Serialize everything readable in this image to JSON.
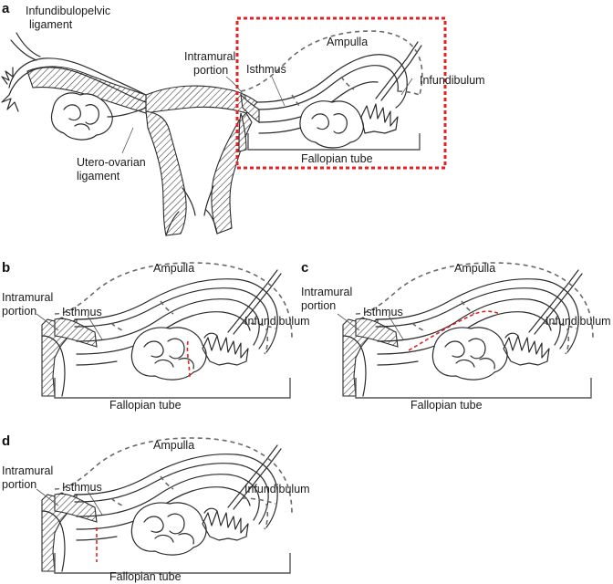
{
  "panels": {
    "a": {
      "letter": "a",
      "labels": {
        "infundibulopelvic": [
          "Infundibulopelvic",
          "ligament"
        ],
        "ampulla": "Ampulla",
        "intramural": [
          "Intramural",
          "portion"
        ],
        "isthmus": "Isthmus",
        "infundibulum": "Infundibulum",
        "utero_ovarian": [
          "Utero-ovarian",
          "ligament"
        ],
        "fallopian_tube": "Fallopian tube"
      }
    },
    "b": {
      "letter": "b",
      "labels": {
        "ampulla": "Ampulla",
        "intramural": [
          "Intramural",
          "portion"
        ],
        "isthmus": "Isthmus",
        "infundibulum": "Infundibulum",
        "fallopian_tube": "Fallopian tube"
      }
    },
    "c": {
      "letter": "c",
      "labels": {
        "ampulla": "Ampulla",
        "intramural": [
          "Intramural",
          "portion"
        ],
        "isthmus": "Isthmus",
        "infundibulum": "Infundibulum",
        "fallopian_tube": "Fallopian tube"
      }
    },
    "d": {
      "letter": "d",
      "labels": {
        "ampulla": "Ampulla",
        "intramural": [
          "Intramural",
          "portion"
        ],
        "isthmus": "Isthmus",
        "infundibulum": "Infundibulum",
        "fallopian_tube": "Fallopian tube"
      }
    }
  },
  "colors": {
    "highlight_box": "#e32222",
    "incision": "#e32222",
    "dashed_outline": "#6a6a6a",
    "ink": "#2b2b2b"
  }
}
